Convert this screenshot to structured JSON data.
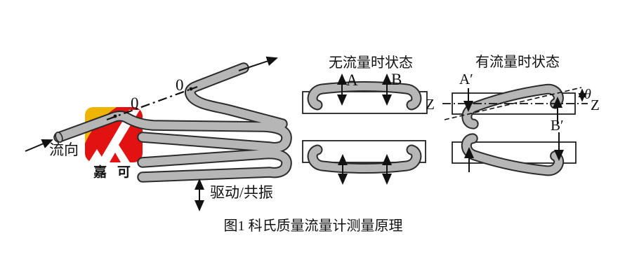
{
  "caption": "图1 科氏质量流量计测量原理",
  "logo": {
    "text": "嘉 可"
  },
  "left": {
    "flow_label": "流向",
    "drive_label": "驱动/共振",
    "pivot_label_1": "0",
    "pivot_label_2": "0"
  },
  "middle": {
    "title": "无流量时状态",
    "label_a": "A",
    "label_b": "B"
  },
  "right": {
    "title": "有流量时状态",
    "label_a": "A′",
    "label_b": "B′",
    "z_left": "Z",
    "z_right": "Z",
    "theta": "θ"
  },
  "colors": {
    "logo_red": "#e21212",
    "logo_yellow": "#eeb500",
    "tube_fill": "#b6b6b6",
    "tube_outline": "#2b2b2b",
    "ink": "#111111"
  }
}
